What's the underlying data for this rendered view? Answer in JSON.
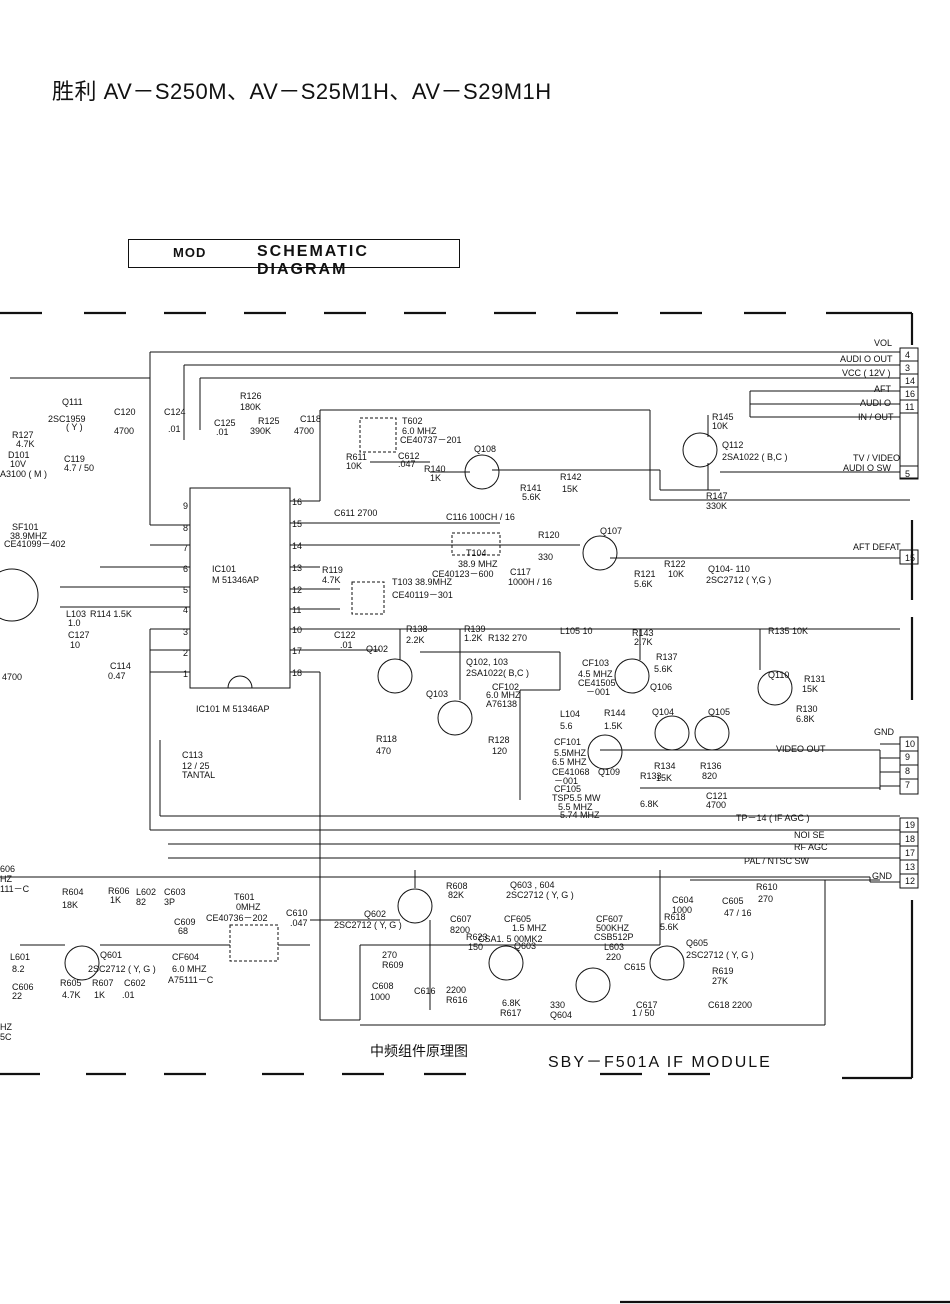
{
  "title": "胜利 AV－S250M、AV－S25M1H、AV－S29M1H",
  "subtitle": {
    "mod": "MOD",
    "schematic": "SCHEMATIC DIAGRAM"
  },
  "footer": {
    "chinese": "中频组件原理图",
    "module": "SBY－F501A  IF MODULE"
  },
  "terminals": [
    {
      "label": "VOL",
      "num": "4"
    },
    {
      "label": "AUDI O OUT",
      "num": "3"
    },
    {
      "label": "VCC ( 12V )",
      "num": "14"
    },
    {
      "label": "AFT",
      "num": "16"
    },
    {
      "label": "AUDI O",
      "num": "11"
    },
    {
      "label": "IN / OUT",
      "num": ""
    },
    {
      "label": "TV / VIDEO",
      "num": ""
    },
    {
      "label": "AUDI O SW",
      "num": "5"
    },
    {
      "label": "AFT DEFAT",
      "num": "15"
    },
    {
      "label": "VIDEO OUT",
      "num": "10"
    },
    {
      "label": "GND",
      "num": "9"
    },
    {
      "label": "",
      "num": "8"
    },
    {
      "label": "",
      "num": "7"
    },
    {
      "label": "TP－14 ( IF AGC )",
      "num": "19"
    },
    {
      "label": "NOI SE",
      "num": "18"
    },
    {
      "label": "RF AGC",
      "num": "17"
    },
    {
      "label": "PAL / NTSC SW",
      "num": "13"
    },
    {
      "label": "GND",
      "num": "12"
    }
  ],
  "ic": {
    "name": "IC101",
    "part": "M 51346AP",
    "caption": "IC101  M 51346AP",
    "left_pins": [
      "9",
      "8",
      "7",
      "6",
      "5",
      "4",
      "3",
      "2",
      "1"
    ],
    "right_pins": [
      "16",
      "15",
      "14",
      "13",
      "12",
      "11",
      "10",
      "17",
      "18"
    ]
  },
  "components": [
    {
      "text": "Q111"
    },
    {
      "text": "2SC1959"
    },
    {
      "text": "( Y )"
    },
    {
      "text": "R127"
    },
    {
      "text": "4.7K"
    },
    {
      "text": "D101"
    },
    {
      "text": "10V"
    },
    {
      "text": "A3100 ( M )"
    },
    {
      "text": "C119"
    },
    {
      "text": "4.7 / 50"
    },
    {
      "text": "C120"
    },
    {
      "text": "4700"
    },
    {
      "text": "C124"
    },
    {
      "text": ".01"
    },
    {
      "text": "C125"
    },
    {
      "text": ".01"
    },
    {
      "text": "R126"
    },
    {
      "text": "180K"
    },
    {
      "text": "R125"
    },
    {
      "text": "390K"
    },
    {
      "text": "C118"
    },
    {
      "text": "4700"
    },
    {
      "text": "T602"
    },
    {
      "text": "6.0 MHZ"
    },
    {
      "text": "CE40737－201"
    },
    {
      "text": "R611"
    },
    {
      "text": "10K"
    },
    {
      "text": "C612"
    },
    {
      "text": ".047"
    },
    {
      "text": "R140"
    },
    {
      "text": "1K"
    },
    {
      "text": "Q108"
    },
    {
      "text": "R141"
    },
    {
      "text": "5.6K"
    },
    {
      "text": "R142"
    },
    {
      "text": "15K"
    },
    {
      "text": "R145"
    },
    {
      "text": "10K"
    },
    {
      "text": "Q112"
    },
    {
      "text": "2SA1022 ( B,C )"
    },
    {
      "text": "R147"
    },
    {
      "text": "330K"
    },
    {
      "text": "C611 2700"
    },
    {
      "text": "C116   100CH / 16"
    },
    {
      "text": "R120"
    },
    {
      "text": "330"
    },
    {
      "text": "Q107"
    },
    {
      "text": "T104"
    },
    {
      "text": "38.9 MHZ"
    },
    {
      "text": "CE40123－600"
    },
    {
      "text": "C117"
    },
    {
      "text": "1000H / 16"
    },
    {
      "text": "R121"
    },
    {
      "text": "5.6K"
    },
    {
      "text": "R122"
    },
    {
      "text": "10K"
    },
    {
      "text": "Q104-  110"
    },
    {
      "text": "2SC2712 ( Y,G )"
    },
    {
      "text": "SF101"
    },
    {
      "text": "38.9MHZ"
    },
    {
      "text": "CE41099－402"
    },
    {
      "text": "R119"
    },
    {
      "text": "4.7K"
    },
    {
      "text": "T103 38.9MHZ"
    },
    {
      "text": "CE40119－301"
    },
    {
      "text": "L103"
    },
    {
      "text": "1.0"
    },
    {
      "text": "R114 1.5K"
    },
    {
      "text": "C127"
    },
    {
      "text": "10"
    },
    {
      "text": "C114"
    },
    {
      "text": "0.47"
    },
    {
      "text": "4700"
    },
    {
      "text": "C122"
    },
    {
      "text": ".01"
    },
    {
      "text": "Q102"
    },
    {
      "text": "R138"
    },
    {
      "text": "2.2K"
    },
    {
      "text": "R139"
    },
    {
      "text": "1.2K"
    },
    {
      "text": "R132 270"
    },
    {
      "text": "L105 10"
    },
    {
      "text": "R143"
    },
    {
      "text": "2.7K"
    },
    {
      "text": "R135 10K"
    },
    {
      "text": "Q102, 103"
    },
    {
      "text": "2SA1022( B,C )"
    },
    {
      "text": "CF103"
    },
    {
      "text": "4.5 MHZ"
    },
    {
      "text": "CE41505"
    },
    {
      "text": "－001"
    },
    {
      "text": "R137"
    },
    {
      "text": "5.6K"
    },
    {
      "text": "Q110"
    },
    {
      "text": "R131"
    },
    {
      "text": "15K"
    },
    {
      "text": "CF102"
    },
    {
      "text": "6.0 MHZ"
    },
    {
      "text": "A76138"
    },
    {
      "text": "Q106"
    },
    {
      "text": "Q103"
    },
    {
      "text": "L104"
    },
    {
      "text": "5.6"
    },
    {
      "text": "R144"
    },
    {
      "text": "1.5K"
    },
    {
      "text": "Q104"
    },
    {
      "text": "Q105"
    },
    {
      "text": "R130"
    },
    {
      "text": "6.8K"
    },
    {
      "text": "R118"
    },
    {
      "text": "470"
    },
    {
      "text": "R128"
    },
    {
      "text": "120"
    },
    {
      "text": "CF101"
    },
    {
      "text": "5.5MHZ"
    },
    {
      "text": "6.5 MHZ"
    },
    {
      "text": "CE41068"
    },
    {
      "text": "－001"
    },
    {
      "text": "Q109"
    },
    {
      "text": "CF105"
    },
    {
      "text": "TSP5.5 MW"
    },
    {
      "text": "5.5 MHZ"
    },
    {
      "text": "5.74 MHZ"
    },
    {
      "text": "R134"
    },
    {
      "text": "15K"
    },
    {
      "text": "R136"
    },
    {
      "text": "820"
    },
    {
      "text": "R133"
    },
    {
      "text": "6.8K"
    },
    {
      "text": "C121"
    },
    {
      "text": "4700"
    },
    {
      "text": "C113"
    },
    {
      "text": "12 / 25"
    },
    {
      "text": "TANTAL"
    },
    {
      "text": "R604"
    },
    {
      "text": "18K"
    },
    {
      "text": "R606"
    },
    {
      "text": "1K"
    },
    {
      "text": "L602"
    },
    {
      "text": "82"
    },
    {
      "text": "C603"
    },
    {
      "text": "3P"
    },
    {
      "text": "T601"
    },
    {
      "text": "0MHZ"
    },
    {
      "text": "CE40736－202"
    },
    {
      "text": "C610"
    },
    {
      "text": ".047"
    },
    {
      "text": "C609"
    },
    {
      "text": "68"
    },
    {
      "text": "Q601"
    },
    {
      "text": "2SC2712 ( Y, G )"
    },
    {
      "text": "CF604"
    },
    {
      "text": "6.0 MHZ"
    },
    {
      "text": "A75111－C"
    },
    {
      "text": "L601"
    },
    {
      "text": "8.2"
    },
    {
      "text": "C606"
    },
    {
      "text": "22"
    },
    {
      "text": "R605"
    },
    {
      "text": "4.7K"
    },
    {
      "text": "R607"
    },
    {
      "text": "1K"
    },
    {
      "text": "C602"
    },
    {
      "text": ".01"
    },
    {
      "text": "Q602"
    },
    {
      "text": "2SC2712 ( Y, G )"
    },
    {
      "text": "R608"
    },
    {
      "text": "82K"
    },
    {
      "text": "Q603 , 604"
    },
    {
      "text": "2SC2712 ( Y, G )"
    },
    {
      "text": "C607"
    },
    {
      "text": "8200"
    },
    {
      "text": "CF605"
    },
    {
      "text": "1.5 MHZ"
    },
    {
      "text": "CSA1. 5 00MK2"
    },
    {
      "text": "CF607"
    },
    {
      "text": "500KHZ"
    },
    {
      "text": "CSB512P"
    },
    {
      "text": "R623"
    },
    {
      "text": "150"
    },
    {
      "text": "Q603"
    },
    {
      "text": "L603"
    },
    {
      "text": "220"
    },
    {
      "text": "C615"
    },
    {
      "text": "270"
    },
    {
      "text": "R609"
    },
    {
      "text": "C608"
    },
    {
      "text": "1000"
    },
    {
      "text": "C616"
    },
    {
      "text": "2200"
    },
    {
      "text": "R616"
    },
    {
      "text": "6.8K"
    },
    {
      "text": "R617"
    },
    {
      "text": "330"
    },
    {
      "text": "Q604"
    },
    {
      "text": "C617"
    },
    {
      "text": "1 / 50"
    },
    {
      "text": "C604"
    },
    {
      "text": "1000"
    },
    {
      "text": "C605"
    },
    {
      "text": "47 / 16"
    },
    {
      "text": "R610"
    },
    {
      "text": "270"
    },
    {
      "text": "R618"
    },
    {
      "text": "5.6K"
    },
    {
      "text": "Q605"
    },
    {
      "text": "2SC2712 ( Y, G )"
    },
    {
      "text": "R619"
    },
    {
      "text": "27K"
    },
    {
      "text": "C618 2200"
    },
    {
      "text": "606"
    },
    {
      "text": "HZ"
    },
    {
      "text": "111－C"
    },
    {
      "text": "HZ"
    },
    {
      "text": "5C"
    }
  ]
}
